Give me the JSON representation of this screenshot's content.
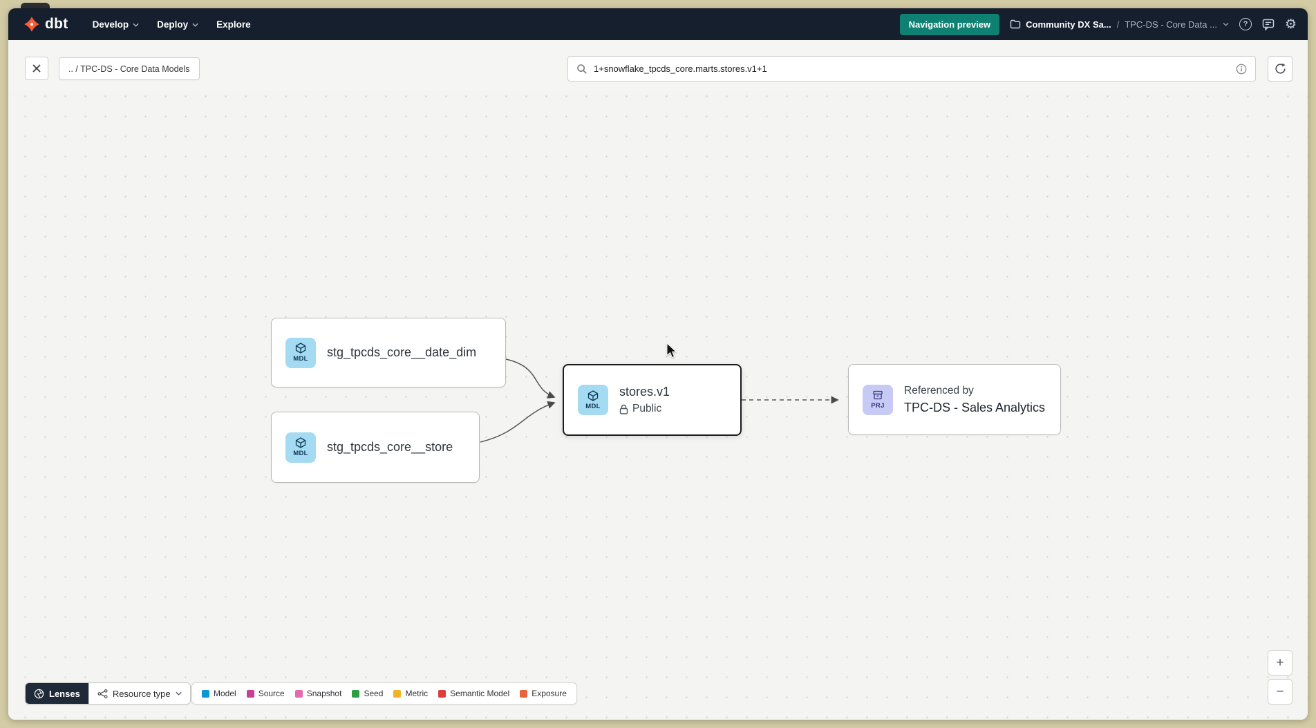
{
  "colors": {
    "brand_orange": "#ff5c35",
    "preview_teal": "#0e8173",
    "badge_mdl_bg": "#a5daf3",
    "badge_prj_bg": "#c7caf4",
    "selected_node_border": "#1c1c1c"
  },
  "icons": {
    "help": "?",
    "gear": "⚙"
  },
  "topnav": {
    "logo_text": "dbt",
    "menu": [
      {
        "label": "Develop"
      },
      {
        "label": "Deploy"
      },
      {
        "label": "Explore"
      }
    ],
    "preview_button_label": "Navigation preview",
    "account_name": "Community DX Sa...",
    "breadcrumb_separator": "/",
    "project_name": "TPC-DS - Core Data ..."
  },
  "toolbar": {
    "breadcrumb_chip": ".. / TPC-DS - Core Data Models",
    "search_value": "1+snowflake_tpcds_core.marts.stores.v1+1"
  },
  "graph": {
    "nodes": {
      "date_dim": {
        "badge": "MDL",
        "label": "stg_tpcds_core__date_dim"
      },
      "store": {
        "badge": "MDL",
        "label": "stg_tpcds_core__store"
      },
      "stores_v1": {
        "badge": "MDL",
        "label": "stores.v1",
        "access": "Public"
      },
      "referenced": {
        "badge": "PRJ",
        "title": "Referenced by",
        "label": "TPC-DS - Sales Analytics"
      }
    }
  },
  "footer": {
    "lenses_label": "Lenses",
    "resource_type_label": "Resource type",
    "legend": [
      {
        "label": "Model",
        "color": "#0b96d6"
      },
      {
        "label": "Source",
        "color": "#c93f96"
      },
      {
        "label": "Snapshot",
        "color": "#e36aae"
      },
      {
        "label": "Seed",
        "color": "#2f9e44"
      },
      {
        "label": "Metric",
        "color": "#f0b429"
      },
      {
        "label": "Semantic Model",
        "color": "#e03c3c"
      },
      {
        "label": "Exposure",
        "color": "#e8633f"
      }
    ]
  },
  "zoom_controls": {
    "zoom_in": "+",
    "zoom_out": "−"
  }
}
